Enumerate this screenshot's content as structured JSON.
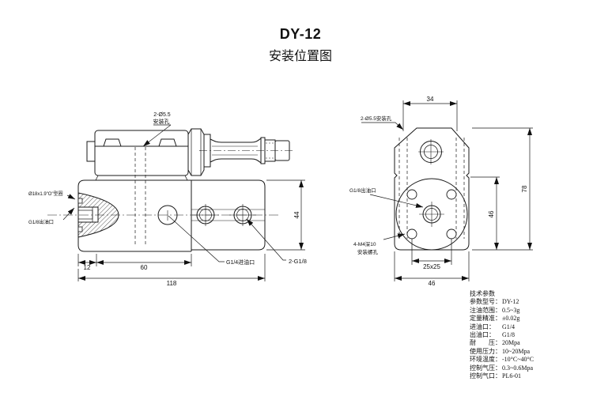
{
  "title": {
    "model": "DY-12",
    "subtitle": "安装位置图"
  },
  "side_view": {
    "labels": {
      "mounting_hole_line1": "2-Ø5.5",
      "mounting_hole_line2": "安装孔",
      "o_ring": "Ø18x1.9\"O\"型圈",
      "outlet": "G1/8出油口",
      "inlet": "G1/4进油口",
      "ports": "2-G1/8"
    },
    "dims": {
      "nose": "12",
      "body": "60",
      "overall": "118",
      "height": "44"
    }
  },
  "end_view": {
    "labels": {
      "mounting_hole": "2-Ø5.5安装孔",
      "outlet": "G1/8出油口",
      "screw_line1": "4-M4深10",
      "screw_line2": "安装螺孔"
    },
    "dims": {
      "top_width": "34",
      "bolt_pattern": "25x25",
      "width": "46",
      "inner_height": "46",
      "height": "78"
    }
  },
  "specs": {
    "heading": "技术参数",
    "rows": [
      {
        "label": "参数型号：",
        "value": "DY-12"
      },
      {
        "label": "注油范围：",
        "value": "0.5~3g"
      },
      {
        "label": "定量精准：",
        "value": "±0.02g"
      },
      {
        "label": "进油口：",
        "value": "G1/4"
      },
      {
        "label": "出油口：",
        "value": "G1/8"
      },
      {
        "label": "耐　　压：",
        "value": "20Mpa"
      },
      {
        "label": "使用压力：",
        "value": "10~20Mpa"
      },
      {
        "label": "环境温度：",
        "value": "-10°C~40°C"
      },
      {
        "label": "控制气压：",
        "value": "0.3~0.6Mpa"
      },
      {
        "label": "控制气口：",
        "value": "PL6-01"
      }
    ]
  }
}
